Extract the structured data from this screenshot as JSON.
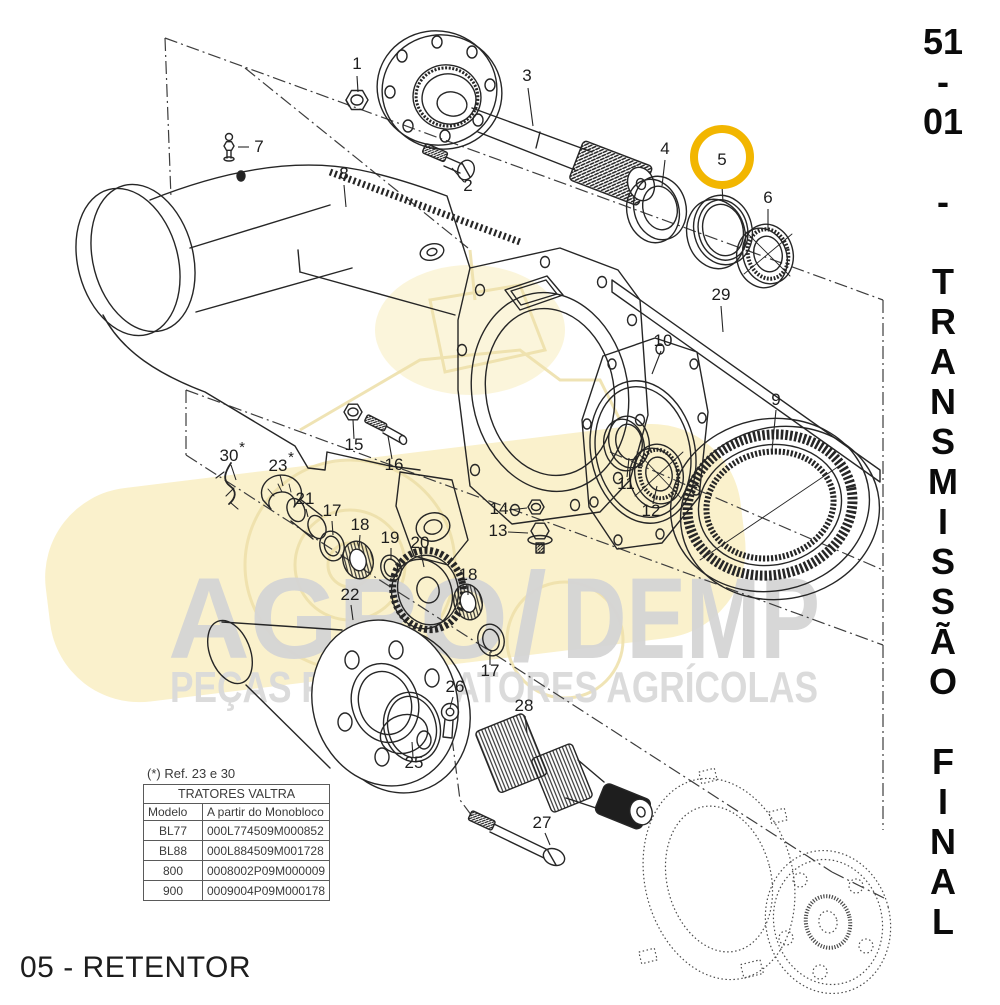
{
  "page": {
    "side_title_text": "51 - 01 - TRANSMISSÃO FINAL",
    "side_title_chars": [
      "51",
      "-",
      "01",
      "",
      "-",
      "",
      "T",
      "R",
      "A",
      "N",
      "S",
      "M",
      "I",
      "S",
      "S",
      "Ã",
      "O",
      "",
      "F",
      "I",
      "N",
      "A",
      "L"
    ],
    "bottom_caption": "05 - RETENTOR"
  },
  "watermark": {
    "brand_left": "AGRO",
    "brand_slash": "/",
    "brand_right": "DEMP",
    "tagline": "PEÇAS PARA TRATORES AGRÍCOLAS"
  },
  "table": {
    "note": "(*) Ref. 23 e 30",
    "title": "TRATORES VALTRA",
    "columns": [
      "Modelo",
      "A partir do Monobloco"
    ],
    "rows": [
      [
        "BL77",
        "000L774509M000852"
      ],
      [
        "BL88",
        "000L884509M001728"
      ],
      [
        "800",
        "0008002P09M000009"
      ],
      [
        "900",
        "0009004P09M000178"
      ]
    ]
  },
  "diagram": {
    "highlight_color": "#F2B600",
    "highlighted_part": "5",
    "part_labels": [
      {
        "text": "1"
      },
      {
        "text": "3"
      },
      {
        "text": "2"
      },
      {
        "text": "7"
      },
      {
        "text": "8"
      },
      {
        "text": "4"
      },
      {
        "text": "5",
        "highlighted": true
      },
      {
        "text": "6"
      },
      {
        "text": "29"
      },
      {
        "text": "10"
      },
      {
        "text": "9"
      },
      {
        "text": "11"
      },
      {
        "text": "12"
      },
      {
        "text": "14"
      },
      {
        "text": "13"
      },
      {
        "text": "15"
      },
      {
        "text": "16"
      },
      {
        "text": "30",
        "suffix": "*"
      },
      {
        "text": "23",
        "suffix": "*"
      },
      {
        "text": "21"
      },
      {
        "text": "17"
      },
      {
        "text": "18"
      },
      {
        "text": "19"
      },
      {
        "text": "20"
      },
      {
        "text": "18"
      },
      {
        "text": "22"
      },
      {
        "text": "17"
      },
      {
        "text": "26"
      },
      {
        "text": "25"
      },
      {
        "text": "28"
      },
      {
        "text": "27"
      }
    ]
  }
}
